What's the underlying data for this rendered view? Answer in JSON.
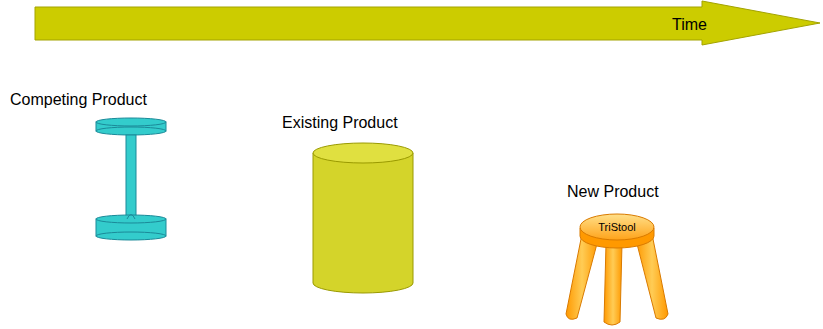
{
  "diagram": {
    "nodes": [
      {
        "text": [
          "Time"
        ]
      },
      {
        "text": [
          "Competing Product"
        ]
      },
      {
        "text": [
          "Existing Product"
        ]
      },
      {
        "text": [
          "New Product",
          "TriStool"
        ]
      }
    ]
  }
}
